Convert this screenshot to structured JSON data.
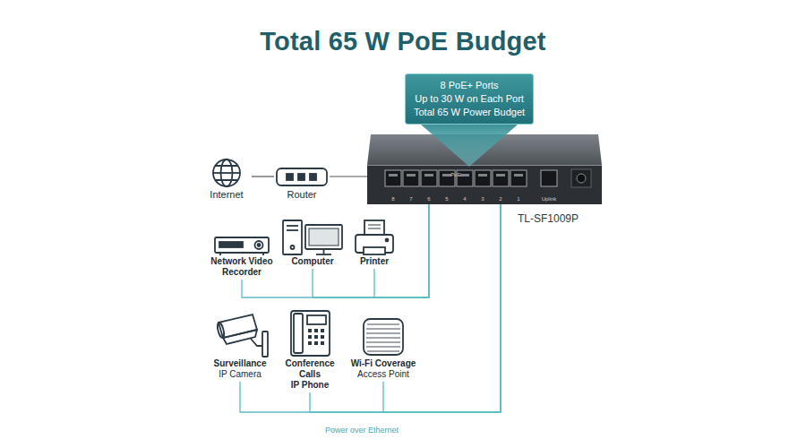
{
  "diagram": {
    "title": "Total 65 W PoE Budget",
    "nodes": [
      {
        "text": [
          "8 PoE+ Ports",
          "Up to 30 W on Each Port",
          "Total 65 W Power Budget"
        ]
      },
      {
        "text": [
          "TL-SF1009P"
        ]
      },
      {
        "text": [
          "Internet"
        ]
      },
      {
        "text": [
          "Router"
        ]
      },
      {
        "text": [
          "Network Video Recorder"
        ]
      },
      {
        "text": [
          "Computer"
        ]
      },
      {
        "text": [
          "Printer"
        ]
      },
      {
        "text": [
          "Surveillance",
          "IP Camera"
        ]
      },
      {
        "text": [
          "Conference Calls",
          "IP Phone"
        ]
      },
      {
        "text": [
          "Wi-Fi Coverage",
          "Access Point"
        ]
      }
    ],
    "edges": [
      {
        "from": 2,
        "to": 3,
        "arrow": "none"
      },
      {
        "from": 3,
        "to": 1,
        "arrow": "none"
      },
      {
        "from": 4,
        "to": 1,
        "arrow": "none"
      },
      {
        "from": 5,
        "to": 1,
        "arrow": "none"
      },
      {
        "from": 6,
        "to": 1,
        "arrow": "none"
      },
      {
        "from": 7,
        "to": 1,
        "arrow": "none"
      },
      {
        "from": 8,
        "to": 1,
        "arrow": "none"
      },
      {
        "from": 9,
        "to": 1,
        "arrow": "none"
      }
    ],
    "labels": [
      "PoE",
      "8",
      "7",
      "6",
      "5",
      "4",
      "3",
      "2",
      "1",
      "Uplink",
      "Power over Ethernet"
    ]
  }
}
